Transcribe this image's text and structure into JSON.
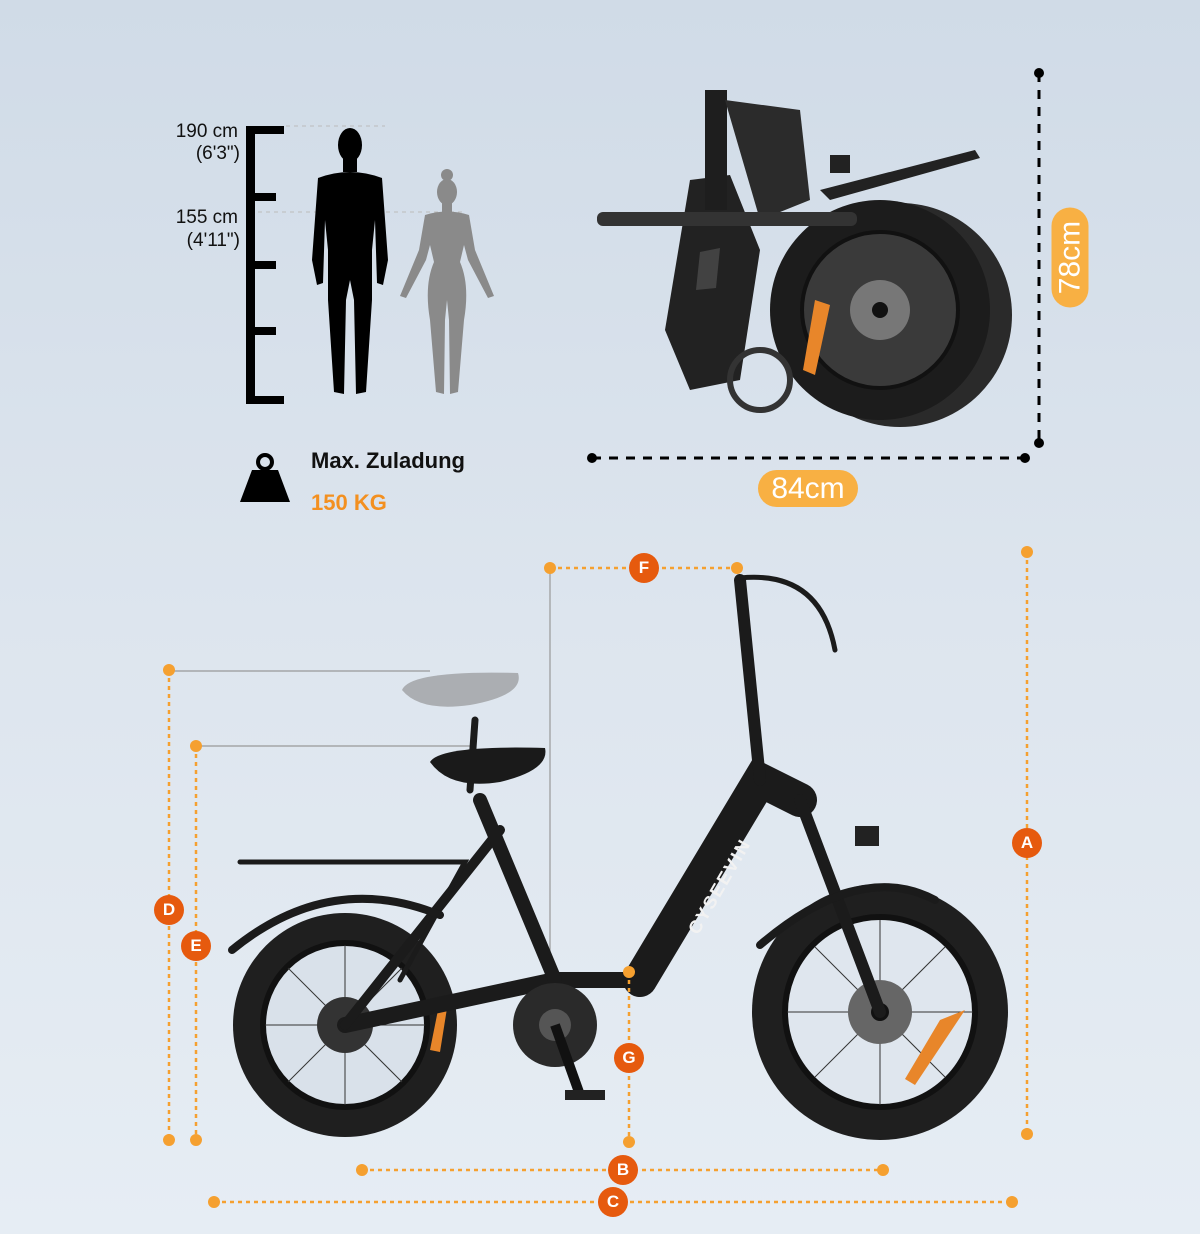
{
  "height_scale": {
    "max_label": "190 cm",
    "max_label_imperial": "(6'3\")",
    "min_label": "155 cm",
    "min_label_imperial": "(4'11\")"
  },
  "load": {
    "title": "Max. Zuladung",
    "value": "150 KG",
    "icon": "weight-icon"
  },
  "folded": {
    "width": "84cm",
    "height": "78cm",
    "brand_text": "CYSEEVIN"
  },
  "dimensions": {
    "labels": [
      "A",
      "B",
      "C",
      "D",
      "E",
      "F",
      "G"
    ]
  },
  "colors": {
    "accent": "#f39020",
    "badge": "#e65a0e",
    "pill": "#f8b043",
    "dotted": "#f5a030"
  }
}
